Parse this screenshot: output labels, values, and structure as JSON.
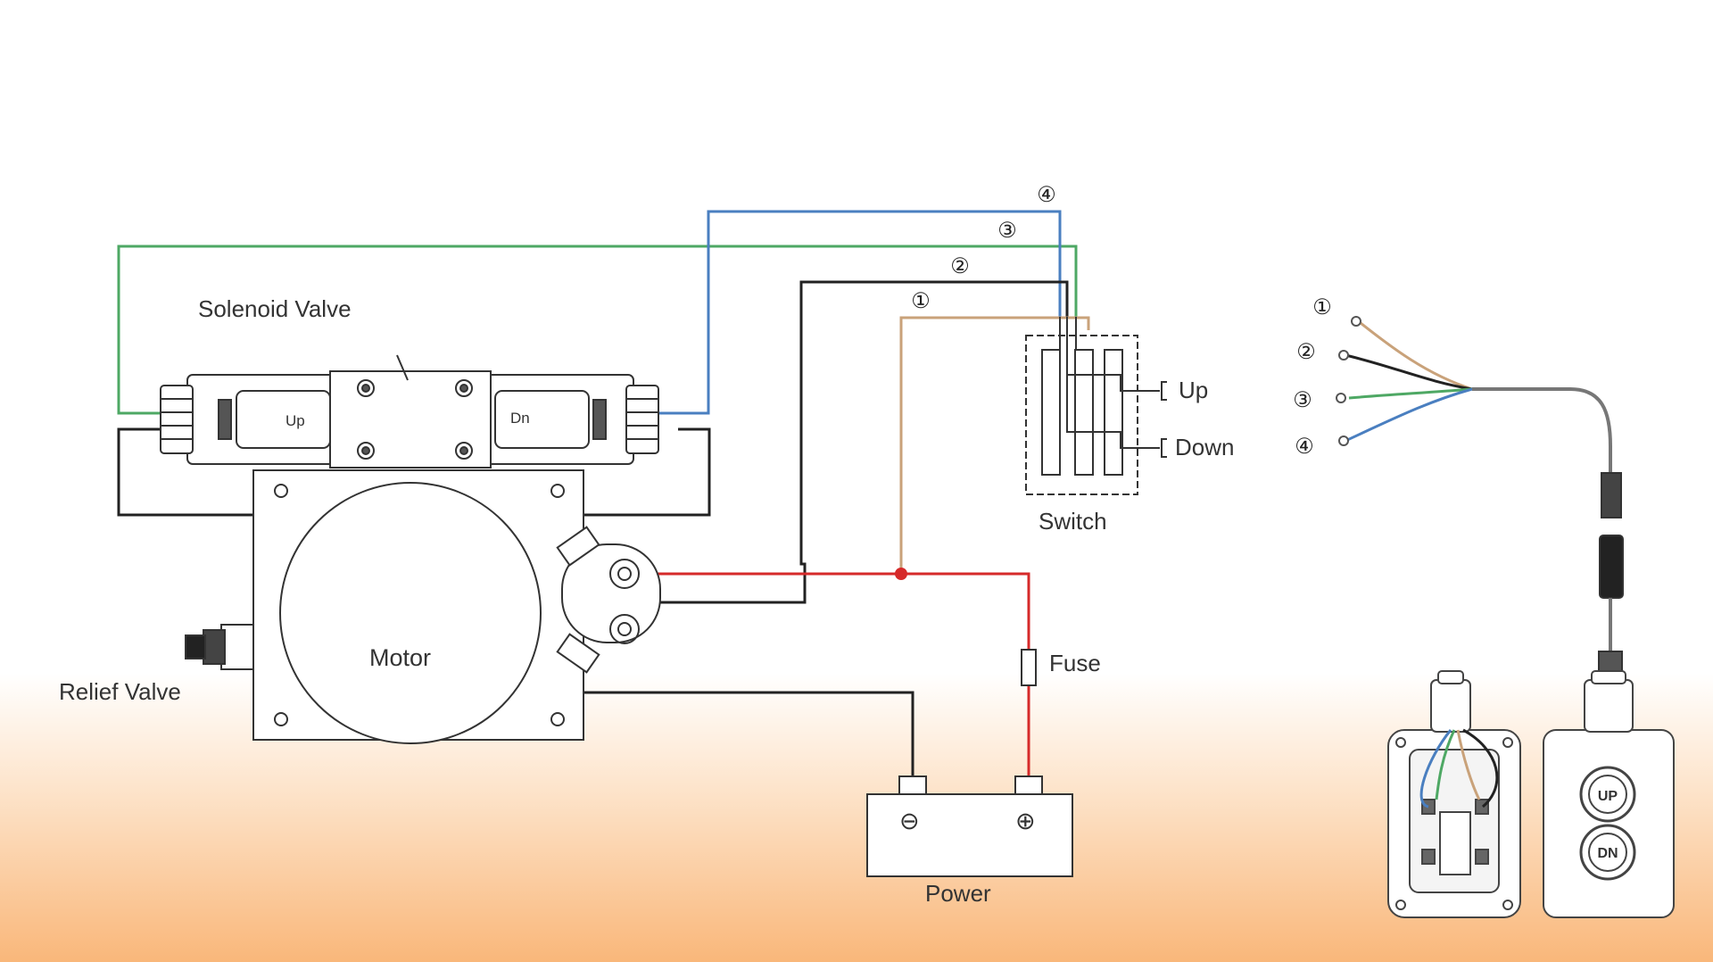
{
  "components": {
    "solenoid_valve": "Solenoid Valve",
    "valve_up": "Up",
    "valve_dn": "Dn",
    "motor": "Motor",
    "relief_valve": "Relief Valve",
    "switch": "Switch",
    "switch_up": "Up",
    "switch_down": "Down",
    "fuse": "Fuse",
    "power": "Power",
    "battery_negative": "⊖",
    "battery_positive": "⊕"
  },
  "wire_numbers": [
    "①",
    "②",
    "③",
    "④"
  ],
  "pendant": {
    "up_button": "UP",
    "down_button": "DN"
  },
  "colors": {
    "wire_1": "#c9a27a",
    "wire_2": "#222222",
    "wire_3": "#4ea864",
    "wire_4": "#4a7fc0",
    "positive": "#d62a2a",
    "ground": "#222222"
  }
}
